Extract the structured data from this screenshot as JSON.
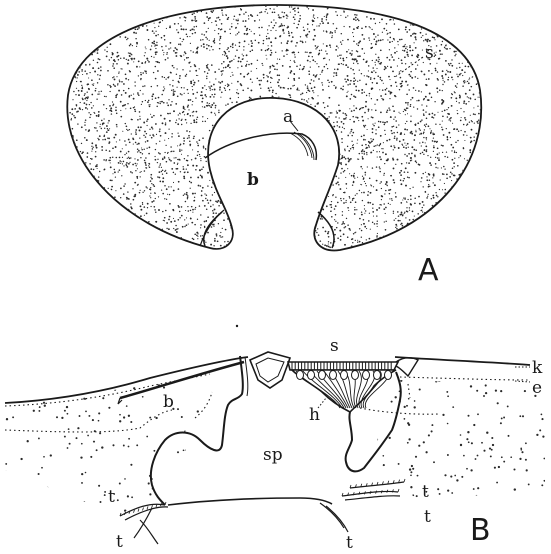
{
  "figure_a": {
    "panel_label": "A",
    "labels": {
      "s": "s",
      "a": "a",
      "b": "b"
    }
  },
  "figure_b": {
    "panel_label": "B",
    "labels": {
      "s": "s",
      "k": "k",
      "e": "e",
      "b": "b",
      "h": "h",
      "sp": "sp",
      "t": "t"
    }
  },
  "colors": {
    "ink": "#1a1a1a",
    "paper": "#ffffff"
  }
}
